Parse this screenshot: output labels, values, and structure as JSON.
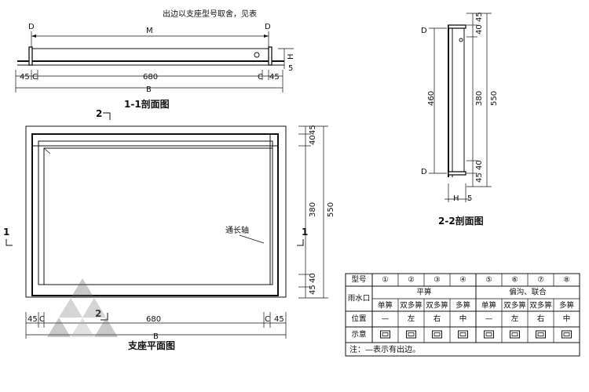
{
  "note_top": "出边以支座型号取舍，见表",
  "section_1_1": {
    "title": "1-1剖面图",
    "marker_d": "D",
    "dim_m": "M",
    "dim_45": "45",
    "dim_c": "C",
    "dim_680": "680",
    "dim_b": "B",
    "dim_h": "H",
    "dim_5": "5"
  },
  "section_2_2": {
    "title": "2-2剖面图",
    "marker_d": "D",
    "dim_460": "460",
    "dim_45": "45",
    "dim_40": "40",
    "dim_380": "380",
    "dim_550": "550",
    "dim_h": "H",
    "dim_5": "5"
  },
  "plan": {
    "title": "支座平面图",
    "section_mark_top": "2",
    "section_mark_bottom": "2",
    "section_mark_side": "1",
    "label_axis": "通长轴",
    "dim_45": "45",
    "dim_40": "40",
    "dim_380": "380",
    "dim_550": "550",
    "dim_c": "C",
    "dim_680": "680",
    "dim_b": "B"
  },
  "table": {
    "header_model": "型号",
    "numbers": [
      "①",
      "②",
      "③",
      "④",
      "⑤",
      "⑥",
      "⑦",
      "⑧"
    ],
    "row_label_1": "雨水口",
    "group_flat": "平箅",
    "group_offset": "偏沟、联合",
    "sub_labels": [
      "单箅",
      "双多箅",
      "双多箅",
      "多箅",
      "单箅",
      "双多箅",
      "双多箅",
      "多箅"
    ],
    "row_label_2": "位置",
    "positions": [
      "—",
      "左",
      "右",
      "中",
      "—",
      "左",
      "右",
      "中"
    ],
    "row_label_3": "示意",
    "note": "注：—表示有出边。"
  }
}
